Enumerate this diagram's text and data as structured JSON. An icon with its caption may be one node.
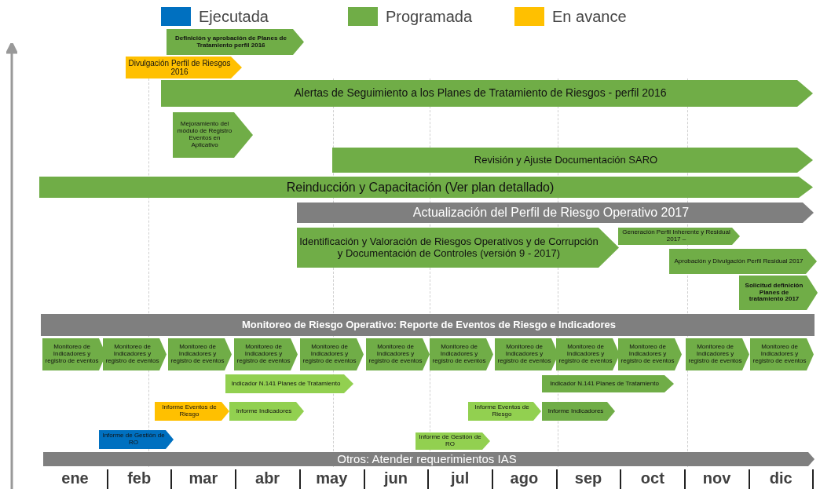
{
  "diagram": {
    "nodes": [
      {
        "text": [
          "Definición y aprobación de Planes de Tratamiento perfil 2016"
        ]
      },
      {
        "text": [
          "Divulgación Perfil de Riesgos 2016"
        ]
      },
      {
        "text": [
          "Alertas de Seguimiento a los Planes de Tratamiento de Riesgos - perfil 2016"
        ]
      },
      {
        "text": [
          "Mejoramiento del módulo de Registro Eventos en Aplicativo"
        ]
      },
      {
        "text": [
          "Revisión y Ajuste Documentación SARO"
        ]
      },
      {
        "text": [
          "Reinducción y Capacitación (Ver plan detallado)"
        ]
      },
      {
        "text": [
          "Actualización del Perfil de Riesgo Operativo 2017"
        ]
      },
      {
        "text": [
          "Identificación y Valoración de Riesgos Operativos y de Corrupción y Documentación de Controles (versión 9 - 2017)"
        ]
      },
      {
        "text": [
          "Generación Perfil Inherente y Residual 2017 –"
        ]
      },
      {
        "text": [
          "Aprobación y Divulgación Perfil Residual 2017"
        ]
      },
      {
        "text": [
          "Solicitud definición Planes de tratamiento 2017"
        ]
      },
      {
        "text": [
          "Monitoreo de Riesgo Operativo: Reporte de Eventos de Riesgo e Indicadores"
        ]
      },
      {
        "text": [
          "Monitoreo de Indicadores y registro de eventos"
        ]
      },
      {
        "text": [
          "Monitoreo de Indicadores y registro de eventos"
        ]
      },
      {
        "text": [
          "Monitoreo de Indicadores y registro de eventos"
        ]
      },
      {
        "text": [
          "Monitoreo de Indicadores y registro de eventos"
        ]
      },
      {
        "text": [
          "Monitoreo de Indicadores y registro de eventos"
        ]
      },
      {
        "text": [
          "Monitoreo de Indicadores y registro de eventos"
        ]
      },
      {
        "text": [
          "Monitoreo de Indicadores y registro de eventos"
        ]
      },
      {
        "text": [
          "Monitoreo de Indicadores y registro de eventos"
        ]
      },
      {
        "text": [
          "Monitoreo de Indicadores y registro de eventos"
        ]
      },
      {
        "text": [
          "Monitoreo de Indicadores y registro de eventos"
        ]
      },
      {
        "text": [
          "Monitoreo de Indicadores y registro de eventos"
        ]
      },
      {
        "text": [
          "Monitoreo de Indicadores y registro de eventos"
        ]
      },
      {
        "text": [
          "Indicador N.141 Planes de Tratamiento"
        ]
      },
      {
        "text": [
          "Indicador N.141 Planes de Tratamiento"
        ]
      },
      {
        "text": [
          "Informe Eventos de Riesgo"
        ]
      },
      {
        "text": [
          "Informe Indicadores"
        ]
      },
      {
        "text": [
          "Informe Eventos de Riesgo"
        ]
      },
      {
        "text": [
          "Informe Indicadores"
        ]
      },
      {
        "text": [
          "Informe de Gestión de RO"
        ]
      },
      {
        "text": [
          "Informe de Gestión de RO"
        ]
      },
      {
        "text": [
          "Otros: Atender requerimientos IAS"
        ]
      }
    ],
    "labels": [
      "ene",
      "feb",
      "mar",
      "abr",
      "may",
      "jun",
      "jul",
      "ago",
      "sep",
      "oct",
      "nov",
      "dic"
    ],
    "legend": [
      {
        "text": "Ejecutada",
        "color": "#0070c0"
      },
      {
        "text": "Programada",
        "color": "#70ad47"
      },
      {
        "text": "En avance",
        "color": "#ffc000"
      }
    ]
  }
}
